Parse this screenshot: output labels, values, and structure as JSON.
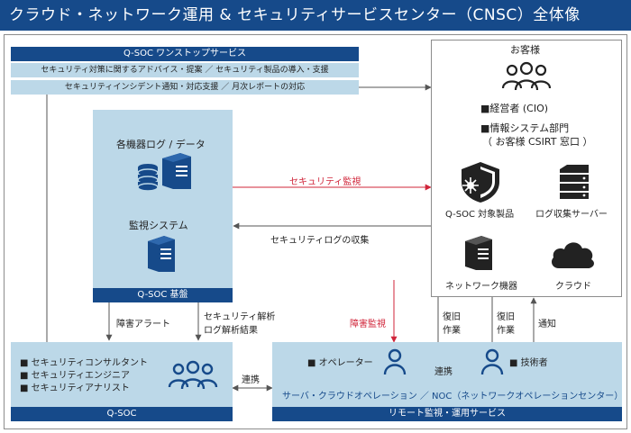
{
  "title": "クラウド・ネットワーク運用 & セキュリティサービスセンター（CNSC）全体像",
  "qsoc_one_stop": {
    "header": "Q-SOC ワンストップサービス",
    "row1": "セキュリティ対策に関するアドバイス・提案 ／ セキュリティ製品の導入・支援",
    "row2": "セキュリティインシデント通知・対応支援 ／ 月次レポートの対応"
  },
  "qsoc_platform": {
    "label_logs": "各機器ログ / データ",
    "label_monitor": "監視システム",
    "footer": "Q-SOC 基盤"
  },
  "customer": {
    "title": "お客様",
    "cio": "■経営者 (CIO)",
    "dept": "■情報システム部門",
    "csirt": "（ お客様 CSIRT 窓口 ）",
    "device1": "Q-SOC 対象製品",
    "device2": "ログ収集サーバー",
    "device3": "ネットワーク機器",
    "device4": "クラウド"
  },
  "flows": {
    "security_monitoring": "セキュリティ監視",
    "log_collection": "セキュリティログの収集",
    "fault_alert": "障害アラート",
    "analysis_line1": "セキュリティ解析",
    "analysis_line2": "ログ解析結果",
    "fault_monitoring": "障害監視",
    "recovery_a_l1": "復旧",
    "recovery_a_l2": "作業",
    "recovery_b_l1": "復旧",
    "recovery_b_l2": "作業",
    "notification": "通知",
    "link_left": "連携",
    "link_right": "連携"
  },
  "qsoc": {
    "member1": "■ セキュリティコンサルタント",
    "member2": "■ セキュリティエンジニア",
    "member3": "■ セキュリティアナリスト",
    "footer": "Q-SOC"
  },
  "remote": {
    "operator": "■ オペレーター",
    "engineer": "■ 技術者",
    "ops_name": "サーバ・クラウドオペレーション ／ NOC（ネットワークオペレーションセンター）",
    "footer": "リモート監視・運用サービス"
  },
  "colors": {
    "navy": "#164a8a",
    "light_blue": "#bcd8e8",
    "alert_red": "#d0253a",
    "line_gray": "#555555"
  }
}
